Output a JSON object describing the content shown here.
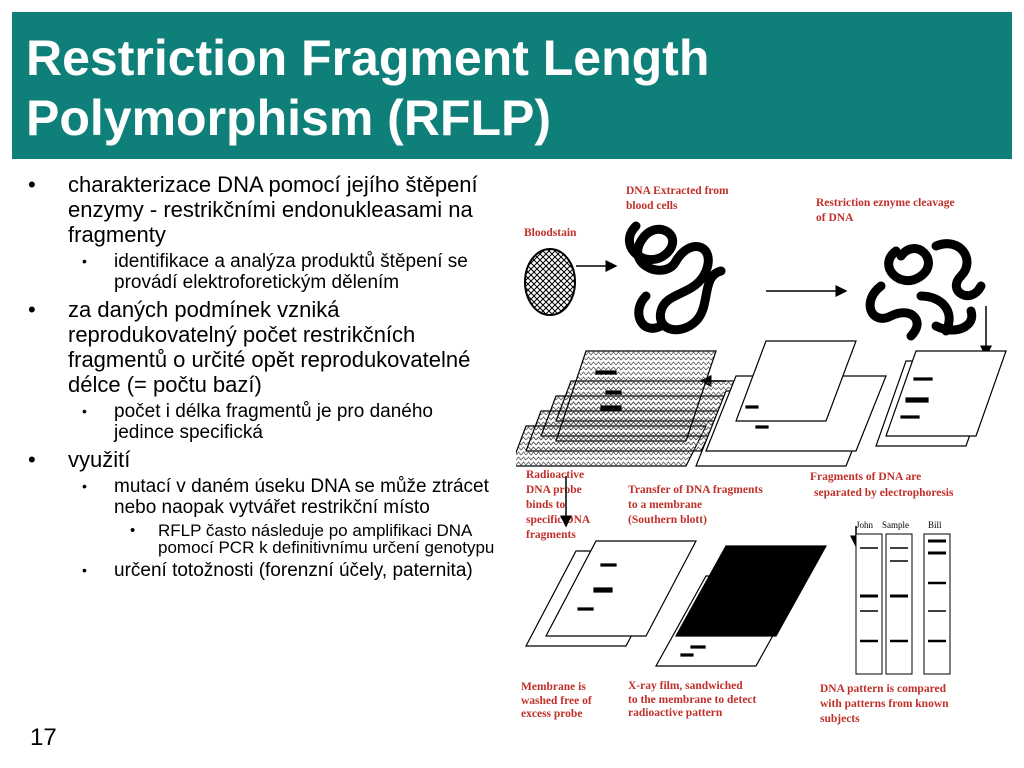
{
  "slide": {
    "title_lines": [
      "Restriction Fragment Length",
      "Polymorphism (RFLP)"
    ],
    "number": "17",
    "accent_color": "#0f7f79",
    "bullets": [
      {
        "level": 1,
        "text": "charakterizace DNA pomocí jejího štěpení enzymy - restrikčními endonukleasami na fragmenty"
      },
      {
        "level": 2,
        "text": "identifikace a analýza produktů štěpení se provádí elektroforetickým dělením"
      },
      {
        "level": 1,
        "text": "za daných podmínek vzniká reprodukovatelný počet restrikčních fragmentů o určité opět reprodukovatelné délce (= počtu bazí)"
      },
      {
        "level": 2,
        "text": "počet i délka fragmentů je pro daného jedince specifická"
      },
      {
        "level": 1,
        "text": "využití"
      },
      {
        "level": 2,
        "text": "mutací v daném úseku DNA se může ztrácet nebo naopak vytvářet restrikční místo"
      },
      {
        "level": 3,
        "text": "RFLP často následuje po amplifikaci DNA pomocí PCR k definitivnímu určení genotypu"
      },
      {
        "level": 2,
        "text": "určení totožnosti (forenzní účely, paternita)"
      }
    ]
  },
  "diagram": {
    "label_color": "#c0302a",
    "labels": {
      "bloodstain": "Bloodstain",
      "dna_extracted_1": "DNA Extracted from",
      "dna_extracted_2": "blood cells",
      "restriction_1": "Restriction eznyme cleavage",
      "restriction_2": "of DNA",
      "radioactive_1": "Radioactive",
      "radioactive_2": "DNA probe",
      "radioactive_3": "binds to",
      "radioactive_4": "specific DNA",
      "radioactive_5": "fragments",
      "transfer_1": "Transfer of DNA fragments",
      "transfer_2": "to a membrane",
      "transfer_3": "(Southern blott)",
      "fragments_1": "Fragments of DNA are",
      "fragments_2": "separated by electrophoresis",
      "membrane_1": "Membrane is",
      "membrane_2": "washed free of",
      "membrane_3": "excess probe",
      "xray_1": "X-ray film, sandwiched",
      "xray_2": "to the membrane to detect",
      "xray_3": "radioactive pattern",
      "pattern_1": "DNA pattern is compared",
      "pattern_2": "with patterns from known",
      "pattern_3": "subjects",
      "col_john": "John",
      "col_sample": "Sample",
      "col_bill": "Bill"
    }
  }
}
